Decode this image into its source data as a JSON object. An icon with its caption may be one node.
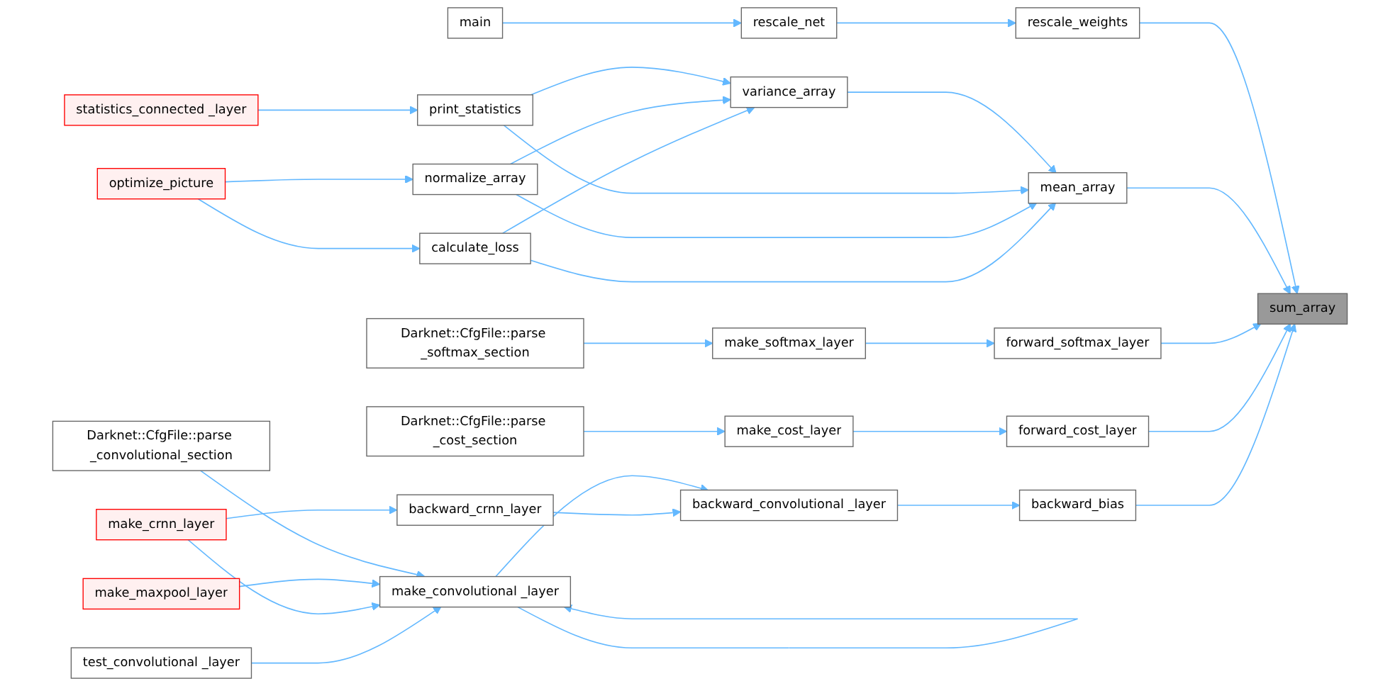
{
  "diagram": {
    "nodes": [
      {
        "text": [
          "make_crnn_layer"
        ]
      },
      {
        "text": [
          "backward_crnn_layer"
        ]
      },
      {
        "text": [
          "make_maxpool_layer"
        ]
      },
      {
        "text": [
          "make_convolutional _layer"
        ]
      },
      {
        "text": [
          "Darknet::CfgFile::parse _convolutional_section"
        ]
      },
      {
        "text": [
          "test_convolutional _layer"
        ]
      },
      {
        "text": [
          "backward_convolutional _layer"
        ]
      },
      {
        "text": [
          "backward_bias"
        ]
      },
      {
        "text": [
          "Darknet::CfgFile::parse _cost_section"
        ]
      },
      {
        "text": [
          "make_cost_layer"
        ]
      },
      {
        "text": [
          "forward_cost_layer"
        ]
      },
      {
        "text": [
          "Darknet::CfgFile::parse _softmax_section"
        ]
      },
      {
        "text": [
          "make_softmax_layer"
        ]
      },
      {
        "text": [
          "forward_softmax_layer"
        ]
      },
      {
        "text": [
          "sum_array"
        ]
      },
      {
        "text": [
          "calculate_loss"
        ]
      },
      {
        "text": [
          "optimize_picture"
        ]
      },
      {
        "text": [
          "variance_array"
        ]
      },
      {
        "text": [
          "mean_array"
        ]
      },
      {
        "text": [
          "normalize_array"
        ]
      },
      {
        "text": [
          "statistics_connected _layer"
        ]
      },
      {
        "text": [
          "print_statistics"
        ]
      },
      {
        "text": [
          "rescale_weights"
        ]
      },
      {
        "text": [
          "main"
        ]
      },
      {
        "text": [
          "rescale_net"
        ]
      }
    ],
    "edges": [
      {
        "from": 0,
        "to": 1,
        "arrow": "to"
      },
      {
        "from": 1,
        "to": 6,
        "arrow": "to"
      },
      {
        "from": 5,
        "to": 3,
        "arrow": "to"
      },
      {
        "from": 0,
        "to": 3,
        "arrow": "to"
      },
      {
        "from": 2,
        "to": 3,
        "arrow": "to"
      },
      {
        "from": 4,
        "to": 3,
        "arrow": "to"
      },
      {
        "from": 3,
        "to": 6,
        "arrow": "to"
      },
      {
        "from": 3,
        "to": 3,
        "arrow": "to"
      },
      {
        "from": 6,
        "to": 7,
        "arrow": "to"
      },
      {
        "from": 7,
        "to": 14,
        "arrow": "to"
      },
      {
        "from": 8,
        "to": 9,
        "arrow": "to"
      },
      {
        "from": 9,
        "to": 10,
        "arrow": "to"
      },
      {
        "from": 10,
        "to": 14,
        "arrow": "to"
      },
      {
        "from": 11,
        "to": 12,
        "arrow": "to"
      },
      {
        "from": 12,
        "to": 13,
        "arrow": "to"
      },
      {
        "from": 13,
        "to": 14,
        "arrow": "to"
      },
      {
        "from": 18,
        "to": 14,
        "arrow": "to"
      },
      {
        "from": 22,
        "to": 14,
        "arrow": "to"
      },
      {
        "from": 16,
        "to": 15,
        "arrow": "to"
      },
      {
        "from": 16,
        "to": 19,
        "arrow": "to"
      },
      {
        "from": 15,
        "to": 17,
        "arrow": "to"
      },
      {
        "from": 15,
        "to": 18,
        "arrow": "to"
      },
      {
        "from": 19,
        "to": 17,
        "arrow": "to"
      },
      {
        "from": 19,
        "to": 18,
        "arrow": "to"
      },
      {
        "from": 21,
        "to": 17,
        "arrow": "to"
      },
      {
        "from": 21,
        "to": 18,
        "arrow": "to"
      },
      {
        "from": 17,
        "to": 18,
        "arrow": "to"
      },
      {
        "from": 20,
        "to": 21,
        "arrow": "to"
      },
      {
        "from": 23,
        "to": 24,
        "arrow": "to"
      },
      {
        "from": 24,
        "to": 22,
        "arrow": "to"
      }
    ]
  }
}
